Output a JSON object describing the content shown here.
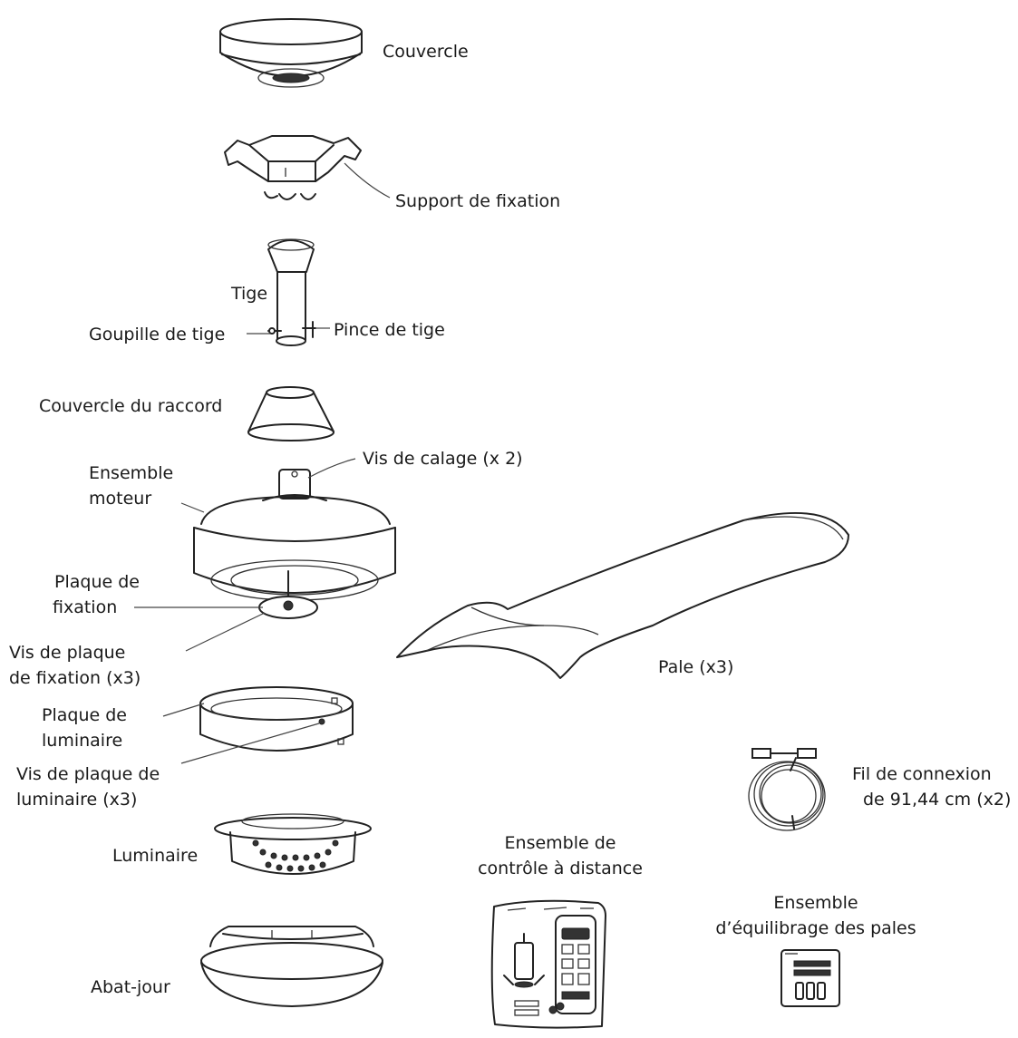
{
  "parts": {
    "couvercle": "Couvercle",
    "support": "Support de fixation",
    "tige": "Tige",
    "goupille": "Goupille de tige",
    "pince": "Pince de tige",
    "couvercle_raccord": "Couvercle du raccord",
    "ensemble_moteur_1": "Ensemble",
    "ensemble_moteur_2": "moteur",
    "vis_calage": "Vis de calage  (x 2)",
    "plaque_fixation_1": "Plaque de",
    "plaque_fixation_2": "fixation",
    "vis_plaque_fixation_1": "Vis de plaque",
    "vis_plaque_fixation_2": "de fixation (x3)",
    "pale": "Pale (x3)",
    "plaque_luminaire_1": "Plaque de",
    "plaque_luminaire_2": "luminaire",
    "vis_plaque_luminaire_1": "Vis de plaque de",
    "vis_plaque_luminaire_2": "luminaire (x3)",
    "fil_1": "Fil de connexion",
    "fil_2": "de 91,44 cm (x2)",
    "luminaire": "Luminaire",
    "controle_1": "Ensemble de",
    "controle_2": "contrôle à distance",
    "equilibrage_1": "Ensemble",
    "equilibrage_2": "d’équilibrage des pales",
    "abat_jour": "Abat-jour"
  }
}
